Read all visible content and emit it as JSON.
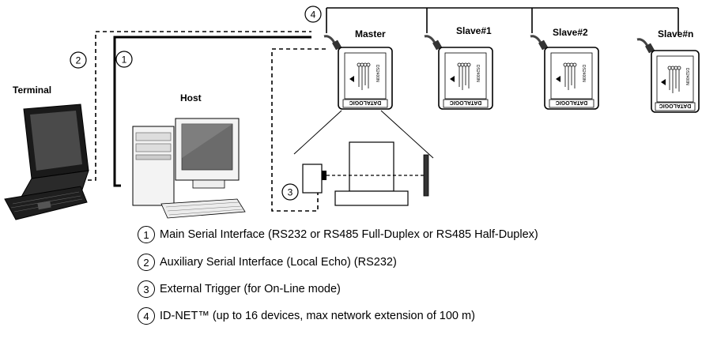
{
  "labels": {
    "terminal": "Terminal",
    "host": "Host",
    "master": "Master",
    "slave1": "Slave#1",
    "slave2": "Slave#2",
    "slaven": "Slave#n"
  },
  "callouts": {
    "c1": "1",
    "c2": "2",
    "c3": "3",
    "c4": "4"
  },
  "device_brand": "DATALOGIC",
  "device_model": "DS2400N",
  "legend": [
    {
      "num": "1",
      "text": "Main Serial Interface (RS232 or RS485 Full-Duplex or RS485 Half-Duplex)"
    },
    {
      "num": "2",
      "text": "Auxiliary Serial Interface (Local Echo) (RS232)"
    },
    {
      "num": "3",
      "text": "External Trigger (for On-Line mode)"
    },
    {
      "num": "4",
      "text": "ID-NET™ (up to 16 devices, max network extension of 100 m)"
    }
  ]
}
